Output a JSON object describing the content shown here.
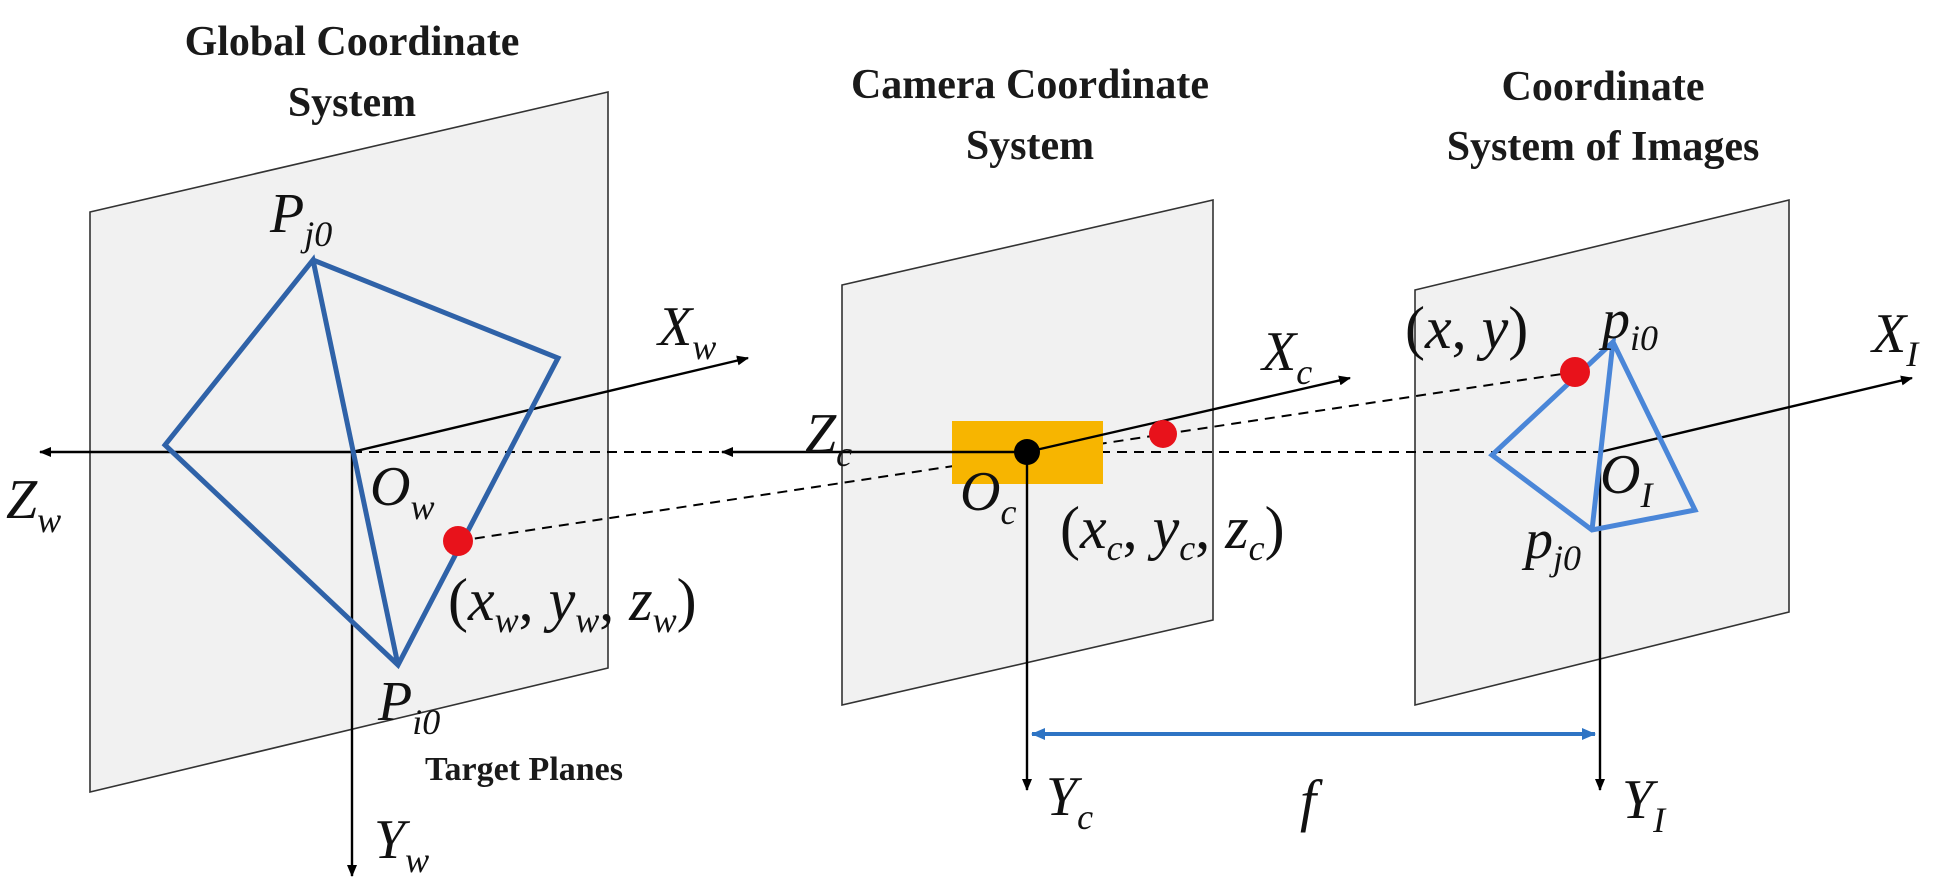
{
  "titles": {
    "global": [
      "Global Coordinate",
      "System"
    ],
    "camera": [
      "Camera Coordinate",
      "System"
    ],
    "image": [
      "Coordinate",
      "System of Images"
    ]
  },
  "target_planes_label": "Target Planes",
  "world": {
    "X": "X",
    "X_sub": "w",
    "Y": "Y",
    "Y_sub": "w",
    "Z": "Z",
    "Z_sub": "w",
    "O": "O",
    "O_sub": "w",
    "Pj": "P",
    "Pj_sub": "j0",
    "Pi": "P",
    "Pi_sub": "i0",
    "point": "(x_w, y_w, z_w)",
    "px": "x",
    "px_sub": "w",
    "py": "y",
    "py_sub": "w",
    "pz": "z",
    "pz_sub": "w"
  },
  "camera": {
    "X": "X",
    "X_sub": "c",
    "Y": "Y",
    "Y_sub": "c",
    "Z": "Z",
    "Z_sub": "c",
    "O": "O",
    "O_sub": "c",
    "px": "x",
    "px_sub": "c",
    "py": "y",
    "py_sub": "c",
    "pz": "z",
    "pz_sub": "c"
  },
  "image": {
    "X": "X",
    "X_sub": "I",
    "Y": "Y",
    "Y_sub": "I",
    "O": "O",
    "O_sub": "I",
    "pi": "p",
    "pi_sub": "i0",
    "pj": "p",
    "pj_sub": "j0",
    "px": "x",
    "py": "y"
  },
  "focal_label": "f",
  "colors": {
    "plane_fill": "#f1f1f1",
    "quad_world": "#2f62a8",
    "quad_image": "#4a86d8",
    "point": "#e8121b",
    "camera_box": "#f7b500",
    "focal_arrow": "#2e74c4"
  }
}
